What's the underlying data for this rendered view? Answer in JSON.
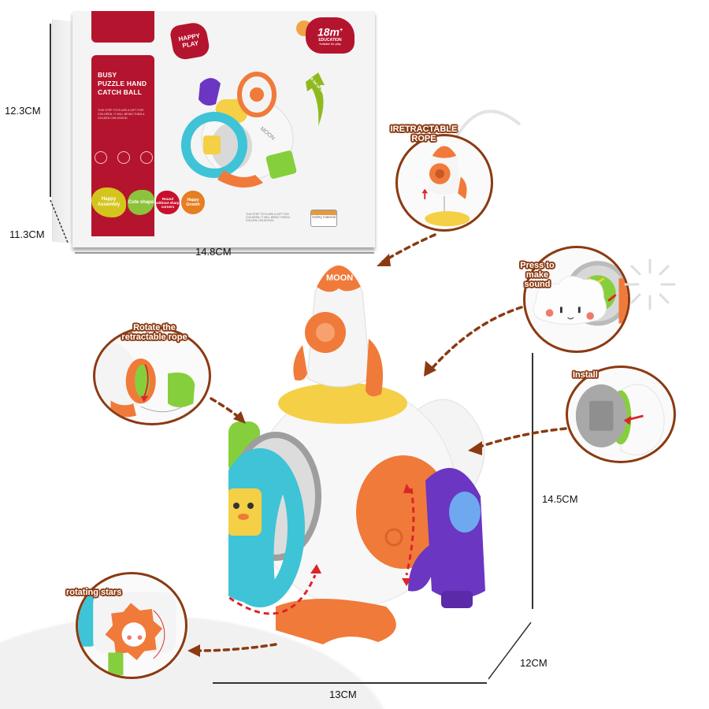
{
  "package": {
    "title_lines": [
      "BUSY",
      "PUZZLE HAND",
      "CATCH BALL"
    ],
    "description": "THIS STEP TOYS ARE A GIFT FOR CHILDREN. IT WILL BRING THEM A GOLDEN CHILDHOOD",
    "badge_happy_play": "HAPPY PLAY",
    "age_badge": {
      "value": "18m",
      "plus": "+",
      "label": "EDUCATION",
      "sub": "Suitable for play"
    },
    "arrow_text": "A lot of fun",
    "toy_label": "MOON",
    "feature_blobs": [
      "Happy Assembly",
      "Cute shape",
      "Round without sharp corners",
      "Happy Growth"
    ],
    "safety_badge": "Safety material",
    "colors": {
      "brand_red": "#b5142e",
      "yellow": "#d4c51c",
      "green": "#8cc33b",
      "orange": "#e67e22"
    }
  },
  "dimensions": {
    "box_height": "12.3CM",
    "box_depth": "11.3CM",
    "box_width": "14.8CM",
    "toy_height": "14.5CM",
    "toy_depth": "12CM",
    "toy_width": "13CM"
  },
  "callouts": {
    "retractable_rope": "IRETRACTABLE ROPE",
    "press_sound": "Press to make sound",
    "install": "Install",
    "rotate_rope": "Rotate the retractable rope",
    "rotating_stars": "rotating stars"
  },
  "toy": {
    "rocket_label": "MOON",
    "colors": {
      "orange": "#f07a3a",
      "white": "#f3f3f3",
      "yellow": "#f5cf45",
      "teal": "#3fc3d6",
      "purple": "#6a36c2",
      "green": "#86cf3c",
      "grey": "#a9a9a9",
      "callout_border": "#8b3a12",
      "arrow_red": "#d9262b"
    }
  }
}
